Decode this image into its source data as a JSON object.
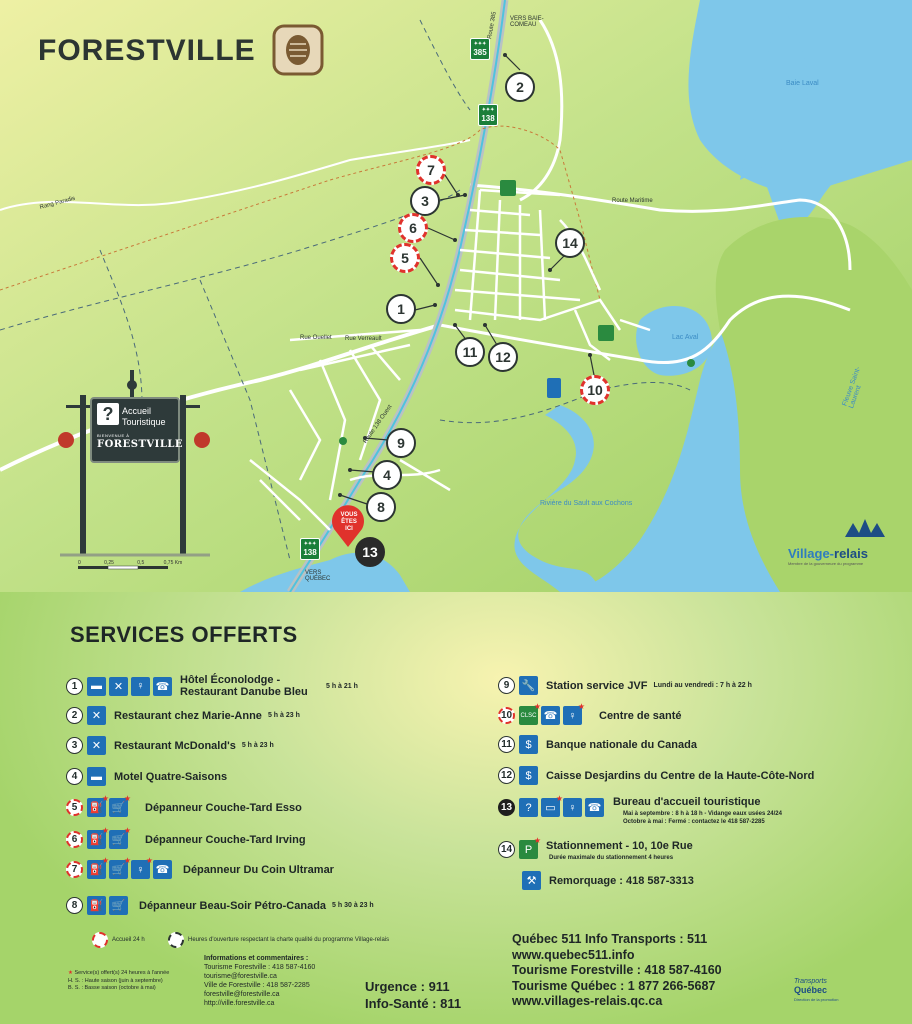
{
  "map": {
    "title": "FORESTVILLE",
    "route_385": "385",
    "route_138_top": "138",
    "route_138_bottom": "138",
    "vers_baie_comeau": "VERS BAIE-COMEAU",
    "vers_quebec": "VERS QUÉBEC",
    "vous_etes_ici": "VOUS ÊTES ICI",
    "sign": {
      "question": "?",
      "line1": "Accueil",
      "line2": "Touristique",
      "bienvenue": "BIENVENUE À",
      "name": "FORESTVILLE"
    },
    "scale": [
      "0",
      "0,25",
      "0,5",
      "0,75 Km"
    ],
    "village_relais": {
      "part1": "Village-",
      "part2": "relais",
      "sub": "Membre de la gouverneure du programme"
    },
    "street_labels": [
      {
        "text": "Route 385",
        "key": "r385"
      },
      {
        "text": "Route Maritime",
        "key": "maritime"
      },
      {
        "text": "Rang Paradis",
        "key": "paradis"
      },
      {
        "text": "Rue Verreault",
        "key": "verreault"
      },
      {
        "text": "Rue Ouellet",
        "key": "ouellet"
      },
      {
        "text": "Route 138 Ouest",
        "key": "r138o"
      },
      {
        "text": "Lac Aval",
        "key": "lacaval"
      },
      {
        "text": "Baie Laval",
        "key": "baielaval"
      },
      {
        "text": "Fleuve Saint-Laurent",
        "key": "fleuve"
      },
      {
        "text": "Rivière du Sault aux Cochons",
        "key": "riviere"
      }
    ],
    "markers": [
      {
        "n": "1",
        "type": "std"
      },
      {
        "n": "2",
        "type": "std"
      },
      {
        "n": "3",
        "type": "std"
      },
      {
        "n": "4",
        "type": "std"
      },
      {
        "n": "5",
        "type": "h24"
      },
      {
        "n": "6",
        "type": "h24"
      },
      {
        "n": "7",
        "type": "h24"
      },
      {
        "n": "8",
        "type": "std"
      },
      {
        "n": "9",
        "type": "std"
      },
      {
        "n": "10",
        "type": "h24"
      },
      {
        "n": "11",
        "type": "std"
      },
      {
        "n": "12",
        "type": "std"
      },
      {
        "n": "13",
        "type": "dark"
      },
      {
        "n": "14",
        "type": "std"
      }
    ]
  },
  "services": {
    "title": "SERVICES OFFERTS",
    "left": [
      {
        "n": "1",
        "type": "std",
        "icons": [
          "bed",
          "food",
          "wc",
          "phone"
        ],
        "name": "Hôtel Éconolodge - Restaurant Danube Bleu",
        "hours": "5 h à 21 h"
      },
      {
        "n": "2",
        "type": "std",
        "icons": [
          "food"
        ],
        "name": "Restaurant chez Marie-Anne",
        "hours": "5 h à 23 h"
      },
      {
        "n": "3",
        "type": "std",
        "icons": [
          "food"
        ],
        "name": "Restaurant McDonald's",
        "hours": "5 h à 23 h"
      },
      {
        "n": "4",
        "type": "std",
        "icons": [
          "bed"
        ],
        "name": "Motel Quatre-Saisons",
        "hours": ""
      },
      {
        "n": "5",
        "type": "h24",
        "icons": [
          "fuel",
          "cart"
        ],
        "name": "Dépanneur Couche-Tard Esso",
        "hours": ""
      },
      {
        "n": "6",
        "type": "h24",
        "icons": [
          "fuel",
          "cart"
        ],
        "name": "Dépanneur Couche-Tard Irving",
        "hours": ""
      },
      {
        "n": "7",
        "type": "h24",
        "icons": [
          "fuel",
          "cart",
          "wc",
          "phone"
        ],
        "name": "Dépanneur Du Coin Ultramar",
        "hours": ""
      },
      {
        "n": "8",
        "type": "std",
        "icons": [
          "fuel",
          "cart"
        ],
        "name": "Dépanneur Beau-Soir Pétro-Canada",
        "hours": "5 h 30 à 23 h"
      }
    ],
    "right": [
      {
        "n": "9",
        "type": "std",
        "icons": [
          "wrench"
        ],
        "name": "Station service JVF",
        "hours": "Lundi au vendredi : 7 h à 22 h"
      },
      {
        "n": "10",
        "type": "h24",
        "icons": [
          "clsc",
          "phone",
          "wc"
        ],
        "name": "Centre de santé",
        "hours": ""
      },
      {
        "n": "11",
        "type": "std",
        "icons": [
          "atm"
        ],
        "name": "Banque nationale du Canada",
        "hours": ""
      },
      {
        "n": "12",
        "type": "std",
        "icons": [
          "atm"
        ],
        "name": "Caisse Desjardins du Centre de la Haute-Côte-Nord",
        "hours": ""
      },
      {
        "n": "13",
        "type": "dark",
        "icons": [
          "info",
          "rv",
          "wc",
          "phone"
        ],
        "name": "Bureau d'accueil touristique",
        "hours": ""
      },
      {
        "n": "14",
        "type": "std",
        "icons": [
          "parking"
        ],
        "name": "Stationnement - 10, 10e Rue",
        "hours": ""
      }
    ],
    "bureau_sub1": "Mai à septembre : 8 h à 18 h  - Vidange eaux usées 24/24",
    "bureau_sub2": "Octobre à mai : Fermé : contactez le 418 587-2285",
    "parking_sub": "Durée maximale du stationnement 4 heures",
    "remorquage": "Remorquage : 418 587-3313",
    "legend_24h": "Accueil 24 h",
    "legend_std": "Heures d'ouverture respectant la charte qualité du programme Village-relais",
    "notes": [
      "Service(s) offert(s) 24 heures à l'année",
      "H. S. : Haute saison (juin à septembre)",
      "B. S. : Basse saison (octobre à mai)"
    ],
    "contact": {
      "head1": "Informations et commentaires :",
      "l1": "Tourisme Forestville : 418 587-4160",
      "l2": "tourisme@forestville.ca",
      "l3": "Ville de Forestville : 418 587-2285",
      "l4": "forestville@forestville.ca",
      "l5": "http://ville.forestville.ca"
    },
    "urgence": "Urgence : 911",
    "info_sante": "Info-Santé : 811",
    "info_lines": [
      "Québec 511 Info Transports : 511",
      "www.quebec511.info",
      "Tourisme Forestville : 418 587-4160",
      "Tourisme Québec : 1 877 266-5687",
      "www.villages-relais.qc.ca"
    ],
    "tq": {
      "l1": "Transports",
      "l2": "Québec",
      "l3": "Direction de la promotion"
    }
  },
  "colors": {
    "land": "#a9d46b",
    "water": "#7ec7ea",
    "h24": "#e0322c",
    "icon_blue": "#1f6fb6"
  }
}
